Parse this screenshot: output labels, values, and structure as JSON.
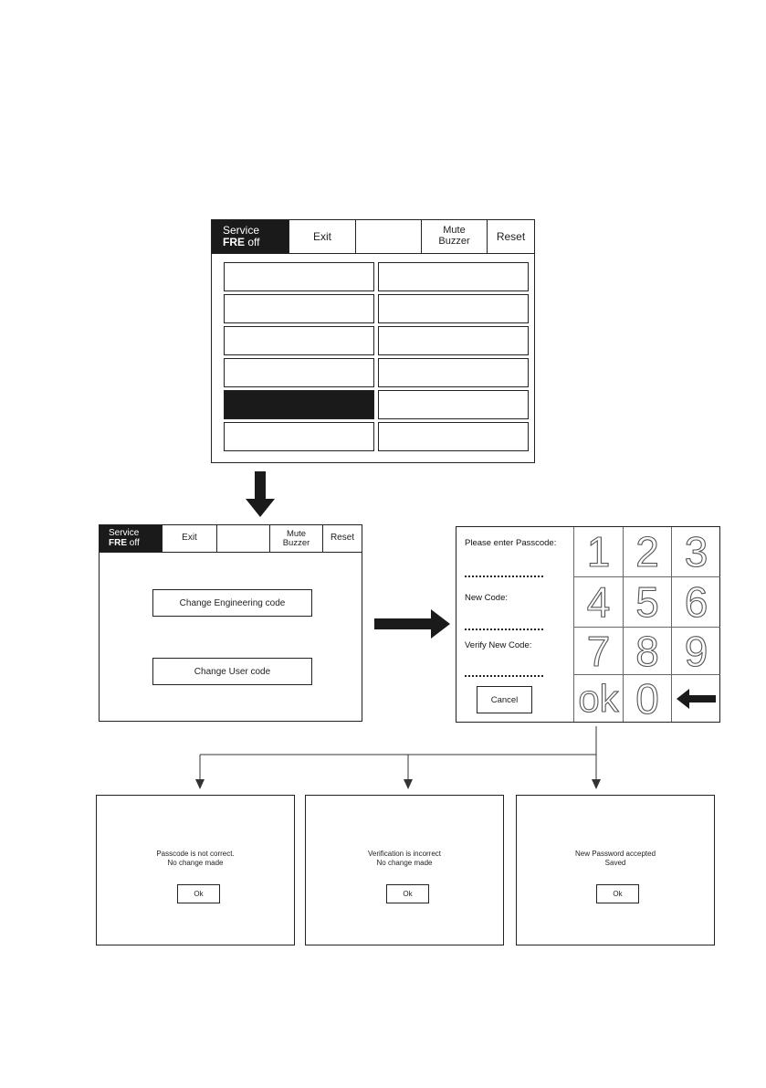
{
  "screen1": {
    "service_label": "Service",
    "fre_label": "FRE",
    "fre_state": "off",
    "exit_label": "Exit",
    "blank_label": "",
    "mute_label_1": "Mute",
    "mute_label_2": "Buzzer",
    "reset_label": "Reset",
    "selected_menu_index": 8
  },
  "screen2": {
    "service_label": "Service",
    "fre_label": "FRE",
    "fre_state": "off",
    "exit_label": "Exit",
    "mute_label_1": "Mute",
    "mute_label_2": "Buzzer",
    "reset_label": "Reset",
    "engineering_button": "Change Engineering code",
    "user_button": "Change User code"
  },
  "keypad_screen": {
    "passcode_label": "Please enter Passcode:",
    "new_code_label": "New Code:",
    "verify_label": "Verify New Code:",
    "cancel_label": "Cancel",
    "keys": [
      "1",
      "2",
      "3",
      "4",
      "5",
      "6",
      "7",
      "8",
      "9",
      "ok",
      "0"
    ]
  },
  "result_screens": [
    {
      "line1": "Passcode is not correct.",
      "line2": "No change made",
      "ok_label": "Ok"
    },
    {
      "line1": "Verification is incorrect",
      "line2": "No change made",
      "ok_label": "Ok"
    },
    {
      "line1": "New Password accepted",
      "line2": "Saved",
      "ok_label": "Ok"
    }
  ]
}
